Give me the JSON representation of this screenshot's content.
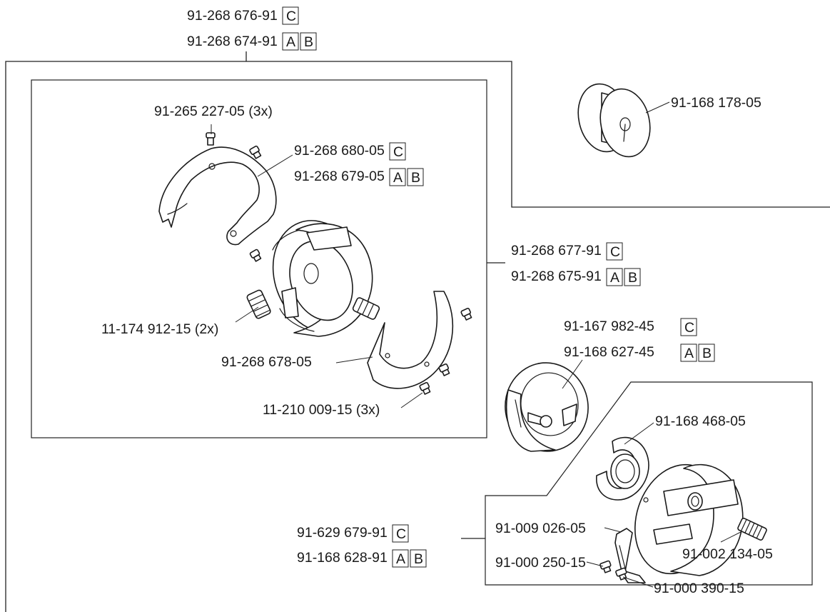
{
  "diagram": {
    "top_group": {
      "line1": "91-268 676-91",
      "line1_boxes": [
        "C"
      ],
      "line2": "91-268 674-91",
      "line2_boxes": [
        "A",
        "B"
      ]
    },
    "bobbin": {
      "label": "91-168 178-05"
    },
    "screws_top": {
      "label": "91-265 227-05 (3x)"
    },
    "hook_plate": {
      "line1": "91-268 680-05",
      "line1_boxes": [
        "C"
      ],
      "line2": "91-268 679-05",
      "line2_boxes": [
        "A",
        "B"
      ]
    },
    "hook_assembly": {
      "line1": "91-268 677-91",
      "line1_boxes": [
        "C"
      ],
      "line2": "91-268 675-91",
      "line2_boxes": [
        "A",
        "B"
      ]
    },
    "studs": {
      "label": "11-174 912-15 (2x)"
    },
    "gib": {
      "label": "91-268 678-05"
    },
    "screws_gib": {
      "label": "11-210 009-15 (3x)"
    },
    "bobbin_case_holder": {
      "line1": "91-167 982-45",
      "line1_boxes": [
        "C"
      ],
      "line2": "91-168 627-45",
      "line2_boxes": [
        "A",
        "B"
      ]
    },
    "bobbin_case_group": {
      "line1": "91-629 679-91",
      "line1_boxes": [
        "C"
      ],
      "line2": "91-168 628-91",
      "line2_boxes": [
        "A",
        "B"
      ]
    },
    "tension_spring": {
      "label": "91-168 468-05"
    },
    "latch": {
      "label": "91-009 026-05"
    },
    "adjust_screw": {
      "label": "91-002 134-05"
    },
    "screw_small_1": {
      "label": "91-000 250-15"
    },
    "screw_small_2": {
      "label": "91-000 390-15"
    }
  }
}
